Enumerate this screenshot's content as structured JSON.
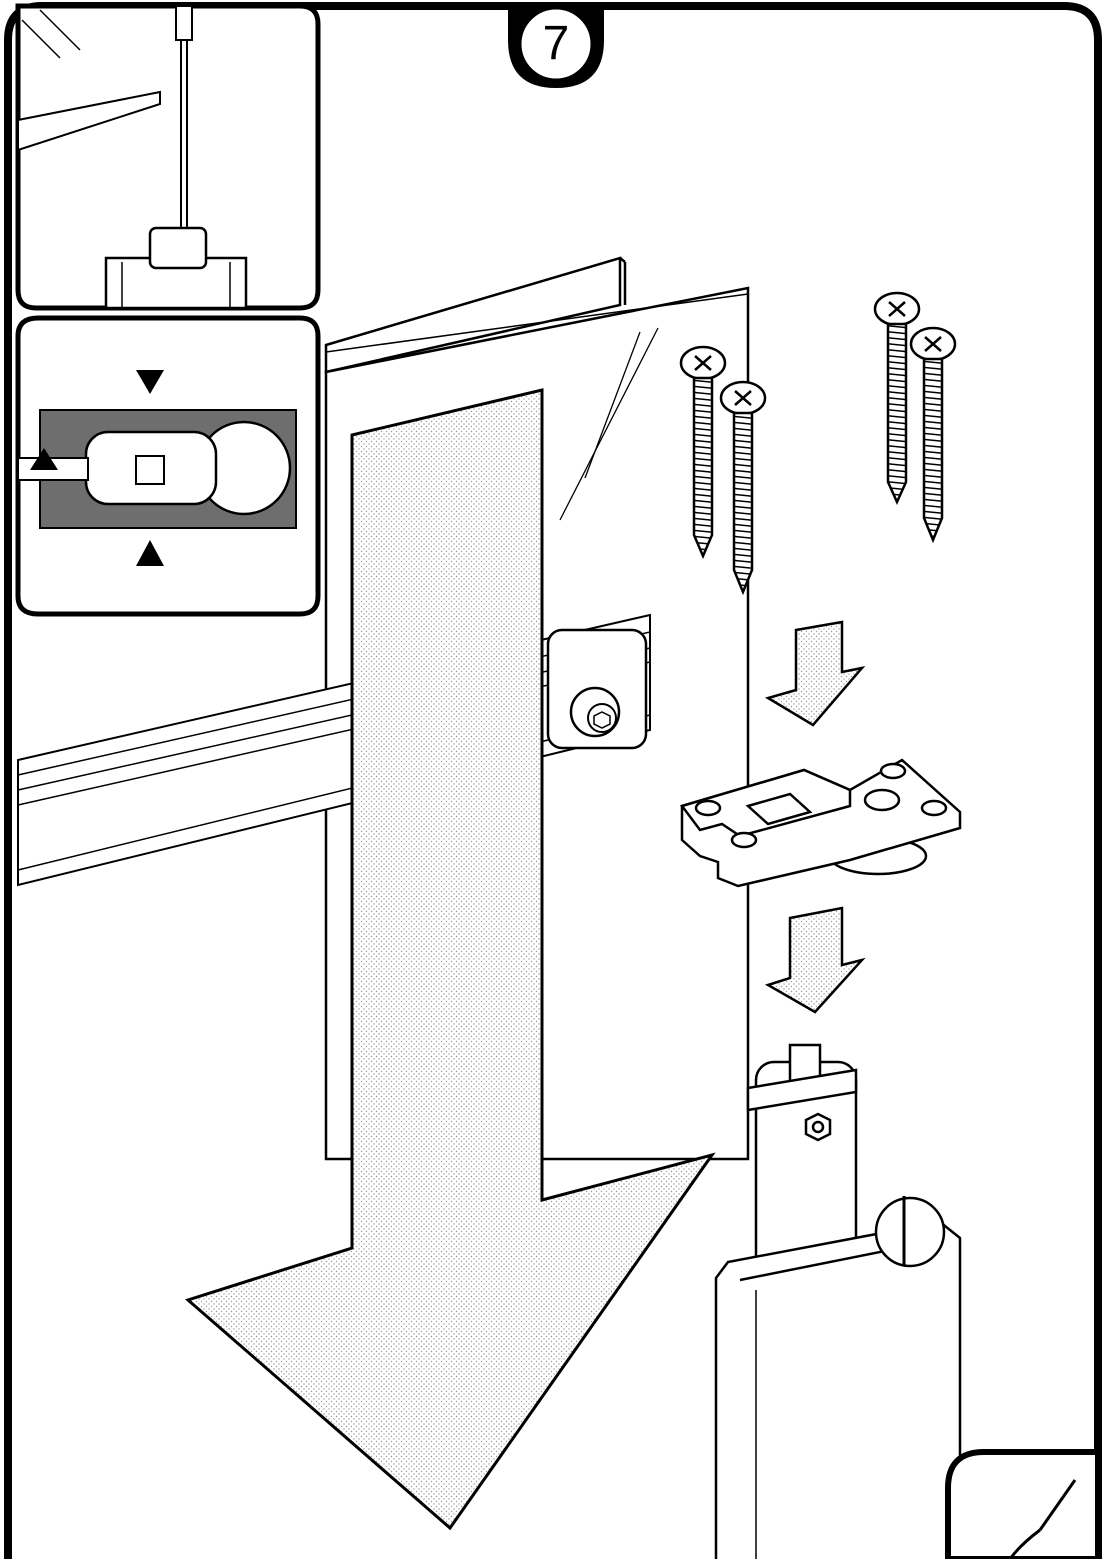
{
  "step": {
    "number": "7"
  },
  "colors": {
    "ink": "#000000",
    "paper": "#ffffff",
    "dark_fill": "#6e6e6e",
    "light_fill": "#ececec"
  },
  "icons": {
    "step_badge": "numbered-circle",
    "inset_top": "screwdriver-in-profile-detail",
    "inset_middle": "clip-alignment-detail",
    "main_arrow": "large-down-arrow",
    "small_arrows": "down-arrow",
    "screws": "phillips-screw",
    "tool_corner": "screwdriver-icon"
  }
}
